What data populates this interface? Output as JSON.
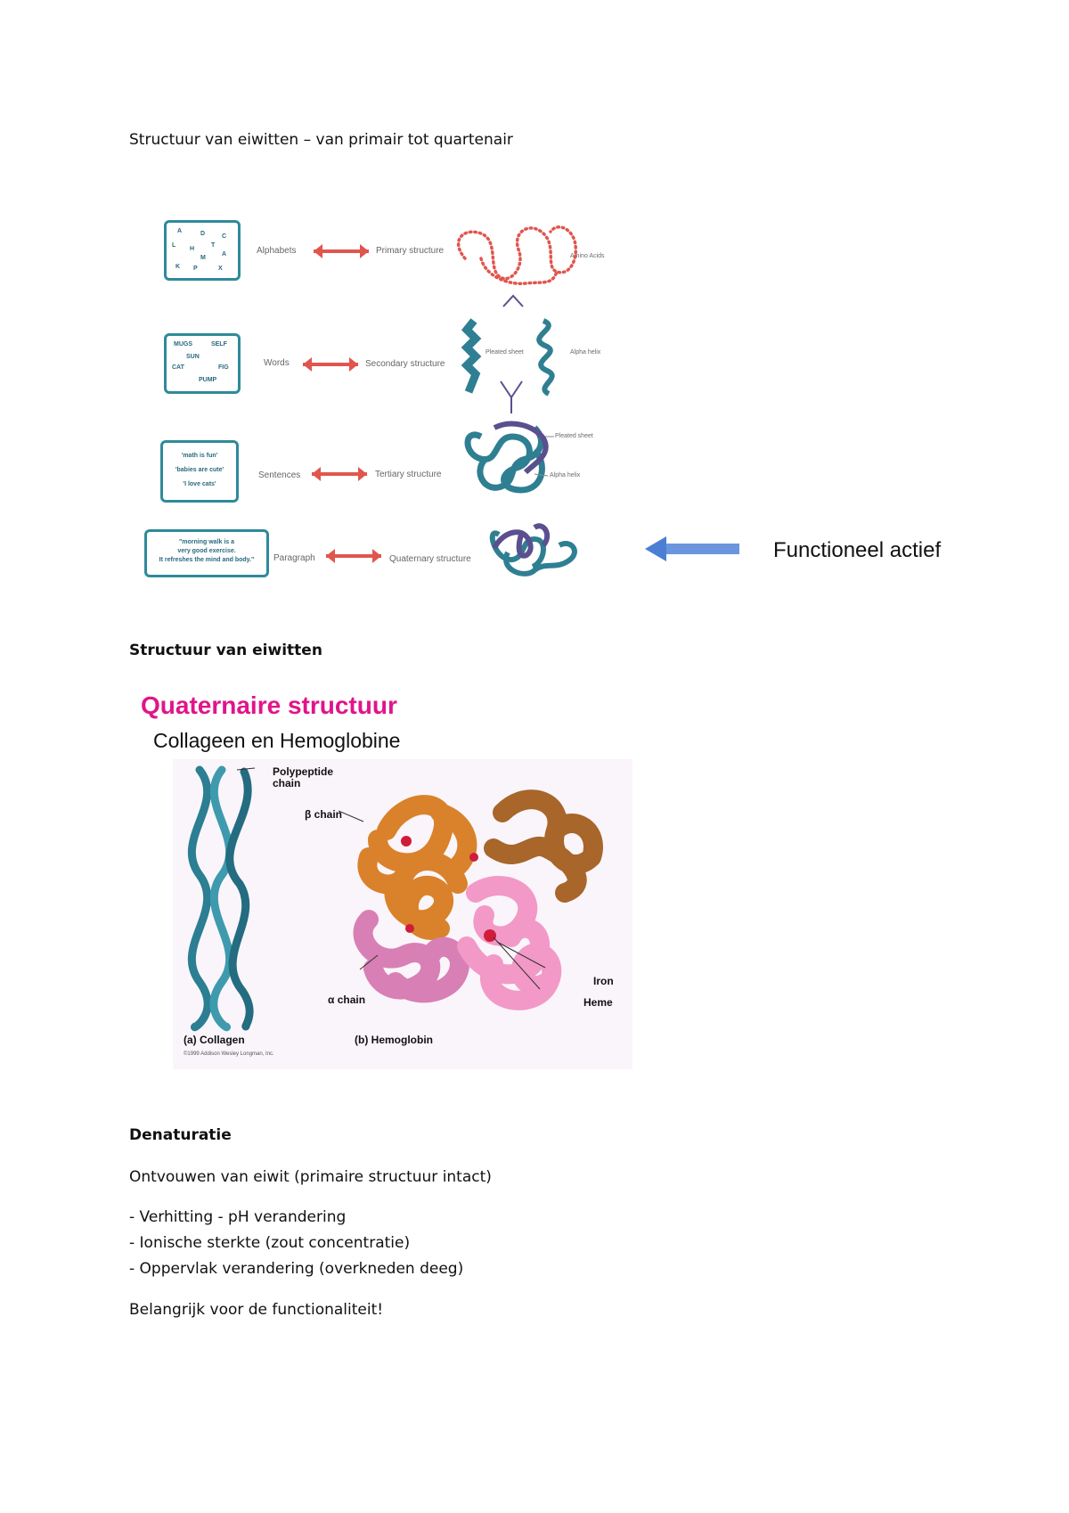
{
  "heading1": "Structuur van eiwitten – van primair tot quartenair",
  "diagram1": {
    "rows": [
      {
        "left": "Alphabets",
        "right": "Primary structure",
        "note": "Amino Acids"
      },
      {
        "left": "Words",
        "right": "Secondary structure",
        "note1": "Pleated sheet",
        "note2": "Alpha helix"
      },
      {
        "left": "Sentences",
        "right": "Tertiary structure",
        "note1": "Pleated sheet",
        "note2": "Alpha helix"
      },
      {
        "left": "Paragraph",
        "right": "Quaternary structure"
      }
    ],
    "letters": [
      "A",
      "D",
      "C",
      "L",
      "H",
      "T",
      "M",
      "A",
      "K",
      "P",
      "X"
    ],
    "words": [
      "MUGS",
      "SELF",
      "SUN",
      "CAT",
      "FIG",
      "PUMP"
    ],
    "sentences": [
      "'math is fun'",
      "'babies are cute'",
      "'I love cats'"
    ],
    "paragraph": [
      "\"morning walk is a",
      "very good exercise.",
      "It refreshes the mind and body.\""
    ],
    "functional_label": "Functioneel actief",
    "colors": {
      "teal": "#2f8a9a",
      "red": "#e0564e",
      "purple": "#5a4f8f",
      "blue": "#4a7fd4"
    }
  },
  "heading2": "Structuur van eiwitten",
  "diagram2": {
    "title": "Quaternaire structuur",
    "subtitle": "Collageen en Hemoglobine",
    "labels": {
      "polypeptide1": "Polypeptide",
      "polypeptide2": "chain",
      "beta": "β chain",
      "alpha": "α chain",
      "iron": "Iron",
      "heme": "Heme",
      "collagen": "(a) Collagen",
      "hemoglobin": "(b) Hemoglobin",
      "copyright": "©1999 Addison Wesley Longman, Inc."
    },
    "colors": {
      "title": "#e0158a",
      "collagen": "#2c7e92",
      "beta1": "#d9822b",
      "beta2": "#a8662a",
      "alpha1": "#d87fb6",
      "alpha2": "#f299c8",
      "bg": "#faf5fa"
    }
  },
  "section3": {
    "heading": "Denaturatie",
    "intro": "Ontvouwen van eiwit (primaire structuur intact)",
    "items": [
      "- Verhitting - pH verandering",
      "- Ionische sterkte (zout concentratie)",
      "- Oppervlak verandering (overkneden deeg)"
    ],
    "conclusion": "Belangrijk voor de functionaliteit!"
  }
}
